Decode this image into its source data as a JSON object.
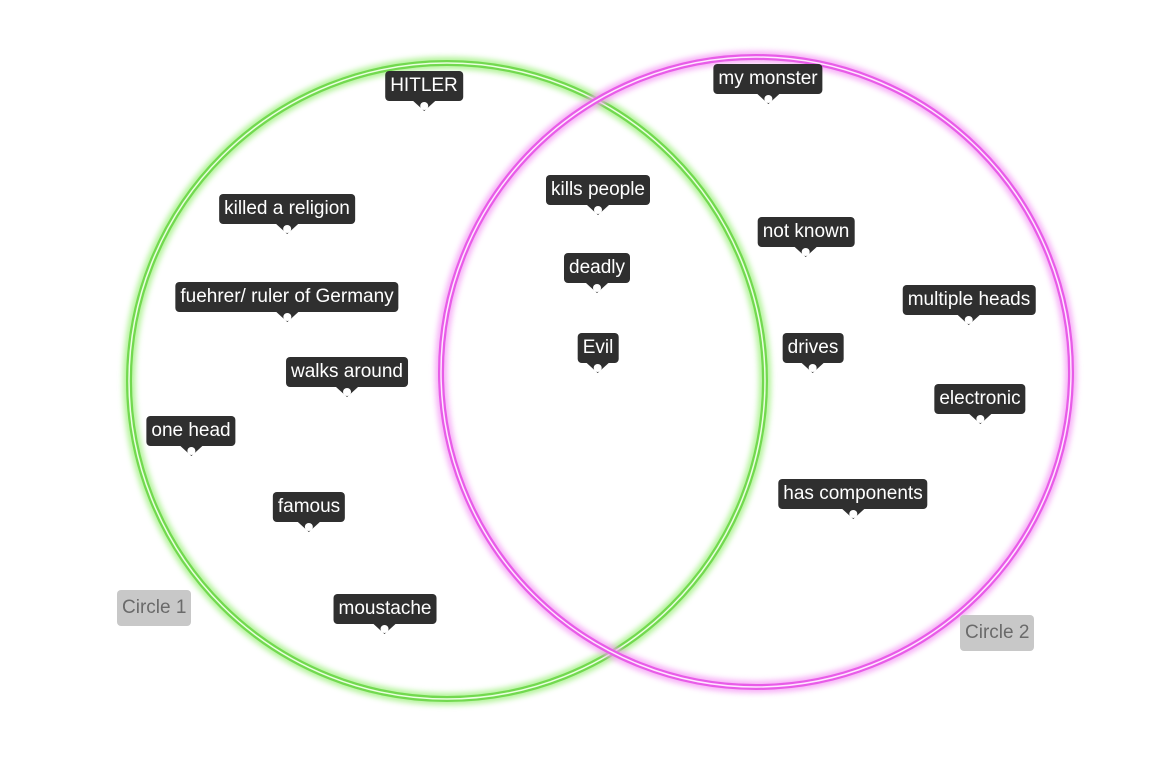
{
  "circles": [
    {
      "label": "Circle 1",
      "color": "#7be85a"
    },
    {
      "label": "Circle 2",
      "color": "#ee66ee"
    }
  ],
  "items": [
    {
      "text": "HITLER",
      "region": "circle1"
    },
    {
      "text": "my monster",
      "region": "circle2"
    },
    {
      "text": "killed a religion",
      "region": "circle1"
    },
    {
      "text": "kills people",
      "region": "both"
    },
    {
      "text": "deadly",
      "region": "both"
    },
    {
      "text": "not known",
      "region": "circle2"
    },
    {
      "text": "fuehrer/ ruler of Germany",
      "region": "circle1"
    },
    {
      "text": "multiple heads",
      "region": "circle2"
    },
    {
      "text": "Evil",
      "region": "both"
    },
    {
      "text": "drives",
      "region": "circle2"
    },
    {
      "text": "walks around",
      "region": "circle1"
    },
    {
      "text": "electronic",
      "region": "circle2"
    },
    {
      "text": "one head",
      "region": "circle1"
    },
    {
      "text": "famous",
      "region": "circle1"
    },
    {
      "text": "has components",
      "region": "circle2"
    },
    {
      "text": "moustache",
      "region": "circle1"
    }
  ]
}
